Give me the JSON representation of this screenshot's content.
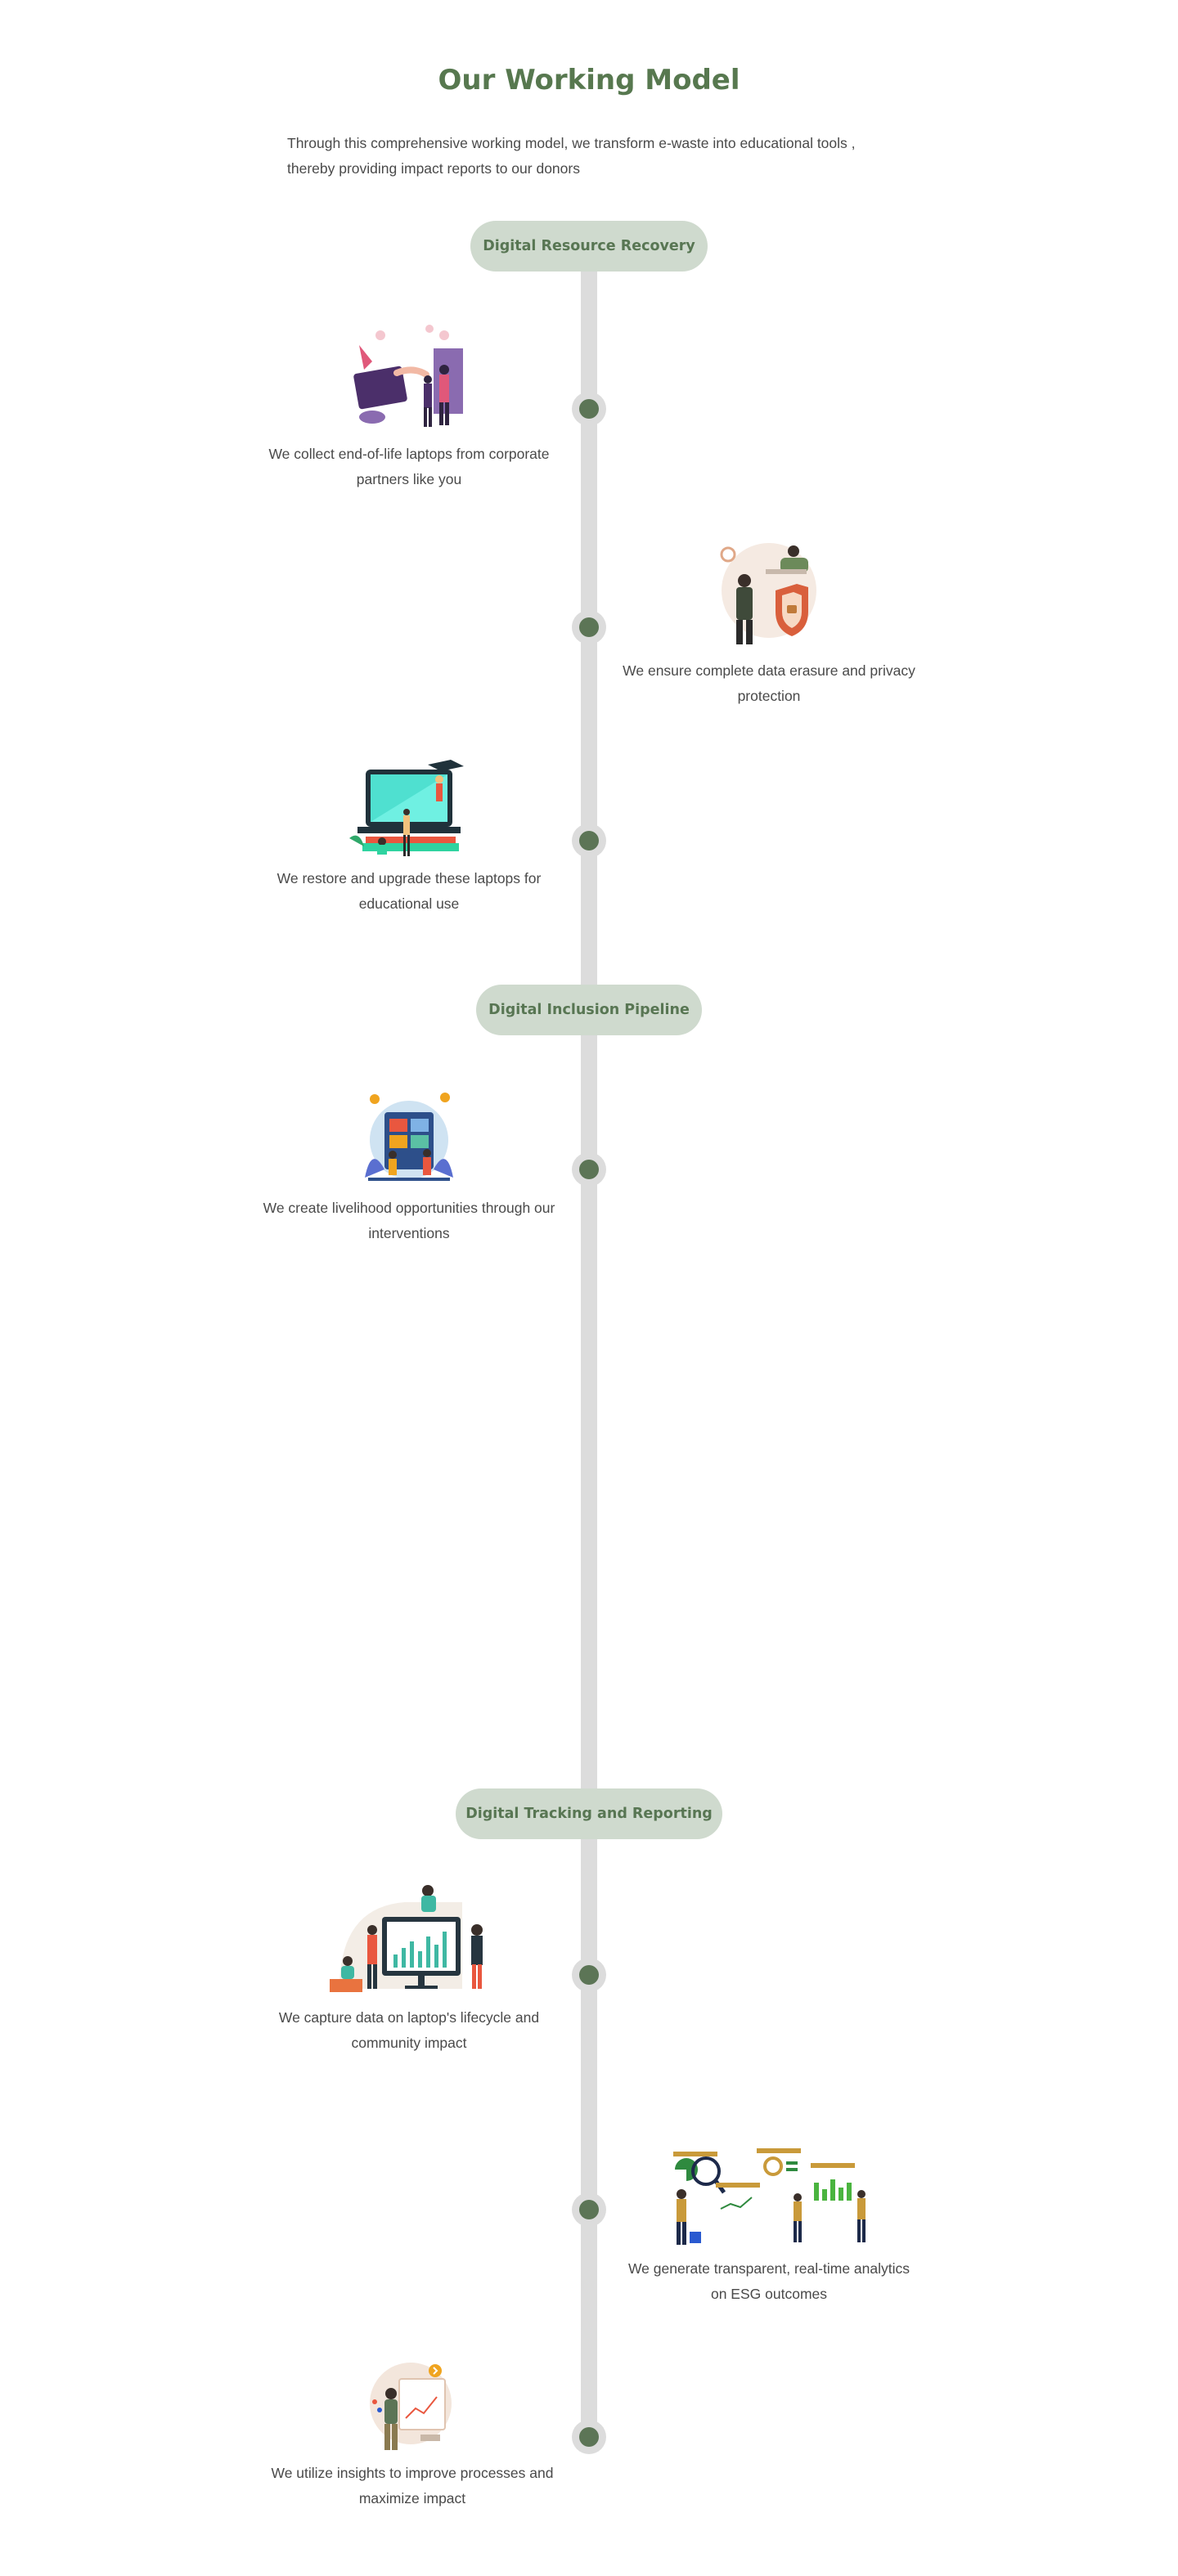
{
  "header": {
    "title": "Our Working Model",
    "intro": "Through this comprehensive working model, we transform e-waste into educational tools , thereby providing impact reports to our donors"
  },
  "sections": [
    {
      "label": "Digital Resource Recovery",
      "steps": [
        {
          "caption": "We collect end-of-life laptops from corporate partners like you",
          "side": "left",
          "illustration": "handshake-laptop-illustration"
        },
        {
          "caption": "We ensure complete data erasure and privacy protection",
          "side": "right",
          "illustration": "data-shield-illustration"
        },
        {
          "caption": "We restore and upgrade these laptops for educational use",
          "side": "left",
          "illustration": "laptop-graduation-illustration"
        }
      ]
    },
    {
      "label": "Digital Inclusion Pipeline",
      "steps": [
        {
          "caption": "We create livelihood opportunities through our interventions",
          "side": "left",
          "illustration": "livelihood-illustration"
        }
      ]
    },
    {
      "label": "Digital Tracking and Reporting",
      "steps": [
        {
          "caption": "We capture data on laptop's lifecycle and community impact",
          "side": "left",
          "illustration": "data-capture-illustration"
        },
        {
          "caption": "We generate transparent, real-time analytics on ESG outcomes",
          "side": "right",
          "illustration": "analytics-illustration"
        },
        {
          "caption": "We utilize insights to improve processes and maximize impact",
          "side": "left",
          "illustration": "insights-illustration"
        }
      ]
    }
  ],
  "colors": {
    "title": "#57784f",
    "pill_background": "#cfdace",
    "pill_text": "#587653",
    "timeline": "#dcdcdc",
    "dot": "#5c7556"
  }
}
